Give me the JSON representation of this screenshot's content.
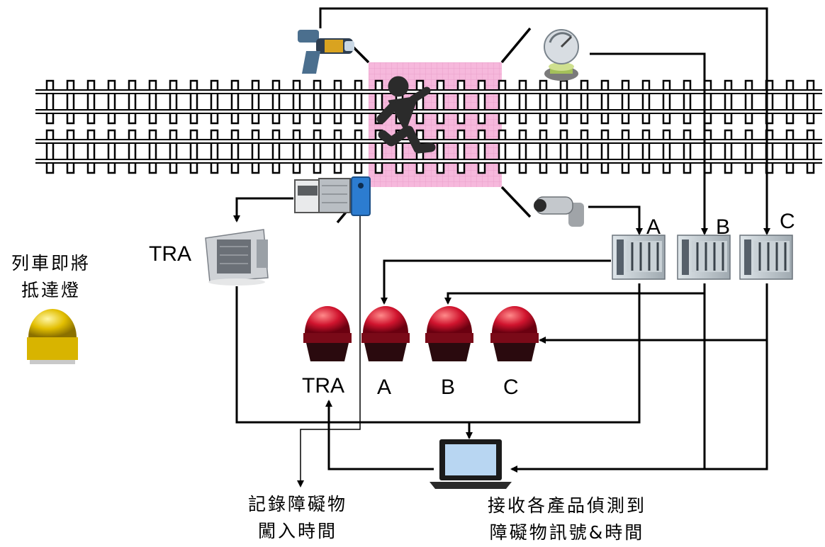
{
  "labels": {
    "tra_server": "TRA",
    "switch_a": "A",
    "switch_b": "B",
    "switch_c": "C",
    "beacon_tra": "TRA",
    "beacon_a": "A",
    "beacon_b": "B",
    "beacon_c": "C"
  },
  "notes": {
    "train_lamp_line1": "列車即將",
    "train_lamp_line2": "抵達燈",
    "record_line1": "記錄障礙物",
    "record_line2": "闖入時間",
    "receive_line1": "接收各產品偵測到",
    "receive_line2": "障礙物訊號&時間"
  },
  "colors": {
    "detection_zone": "#f6b8dc",
    "beacon_red": "#c8102e",
    "lamp_yellow": "#e7c400",
    "line": "#000000"
  }
}
